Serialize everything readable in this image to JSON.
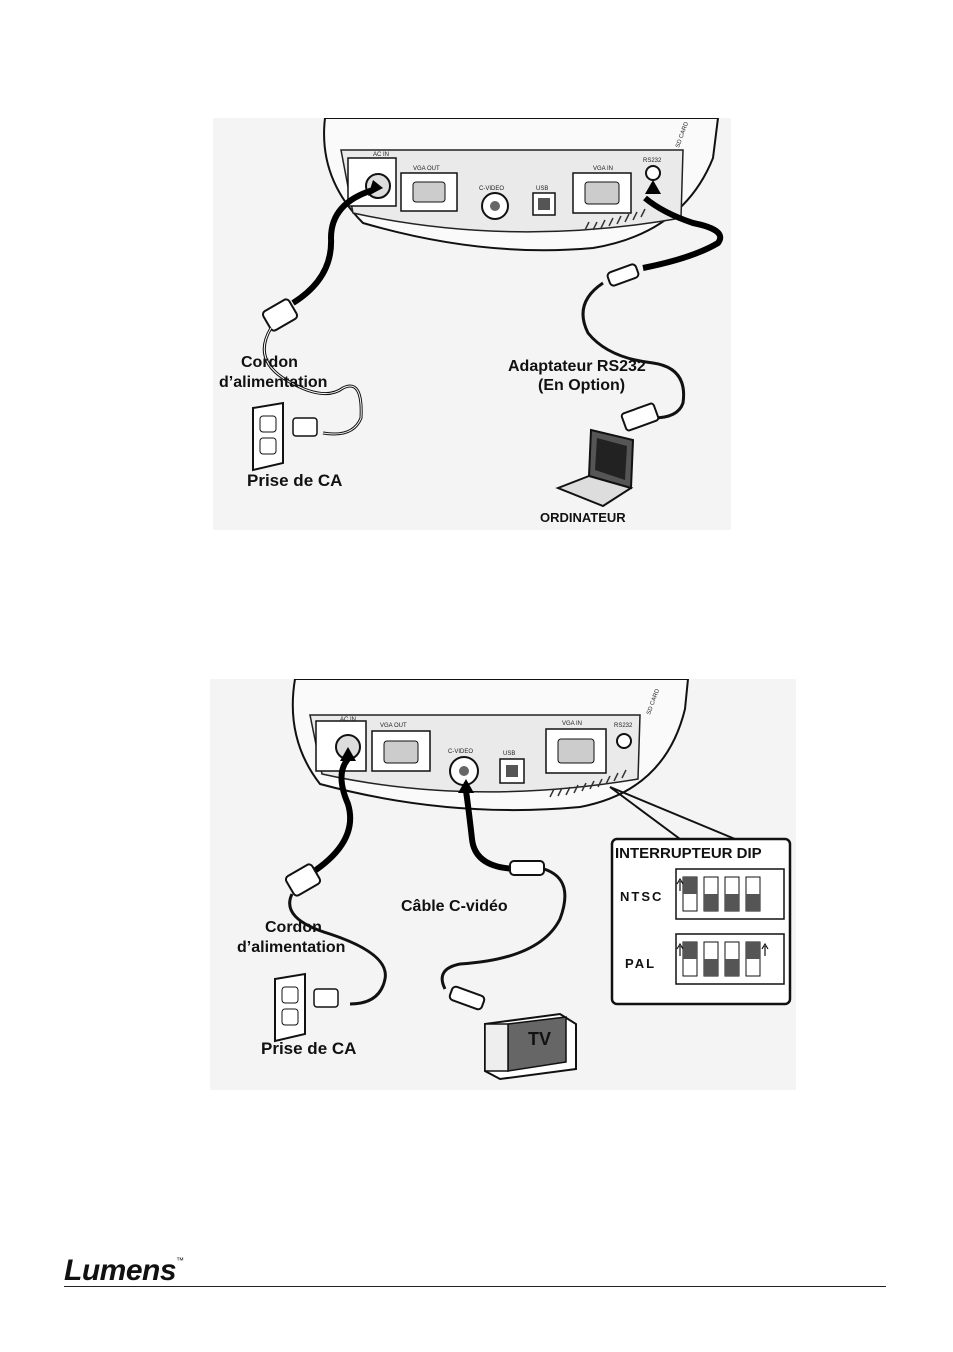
{
  "figure1": {
    "ports": {
      "ac_in": "AC IN",
      "vga_out": "VGA OUT",
      "c_video": "C-VIDEO",
      "usb": "USB",
      "vga_in": "VGA IN",
      "rs232": "RS232",
      "sd_card": "SD CARD"
    },
    "labels": {
      "power_cord_line1": "Cordon",
      "power_cord_line2": "d’alimentation",
      "rs232_line1": "Adaptateur RS232",
      "rs232_line2": "(En Option)",
      "ac_outlet": "Prise de CA",
      "computer": "ORDINATEUR"
    }
  },
  "figure2": {
    "ports": {
      "ac_in": "AC IN",
      "vga_out": "VGA OUT",
      "c_video": "C-VIDEO",
      "usb": "USB",
      "vga_in": "VGA IN",
      "rs232": "RS232",
      "sd_card": "SD CARD"
    },
    "labels": {
      "dip_title": "INTERRUPTEUR DIP",
      "ntsc": "NTSC",
      "pal": "PAL",
      "cvideo_cable": "Câble C-vidéo",
      "power_cord_line1": "Cordon",
      "power_cord_line2": "d’alimentation",
      "ac_outlet": "Prise de CA",
      "tv": "TV"
    }
  },
  "footer": {
    "brand": "Lumens",
    "trademark": "™"
  }
}
